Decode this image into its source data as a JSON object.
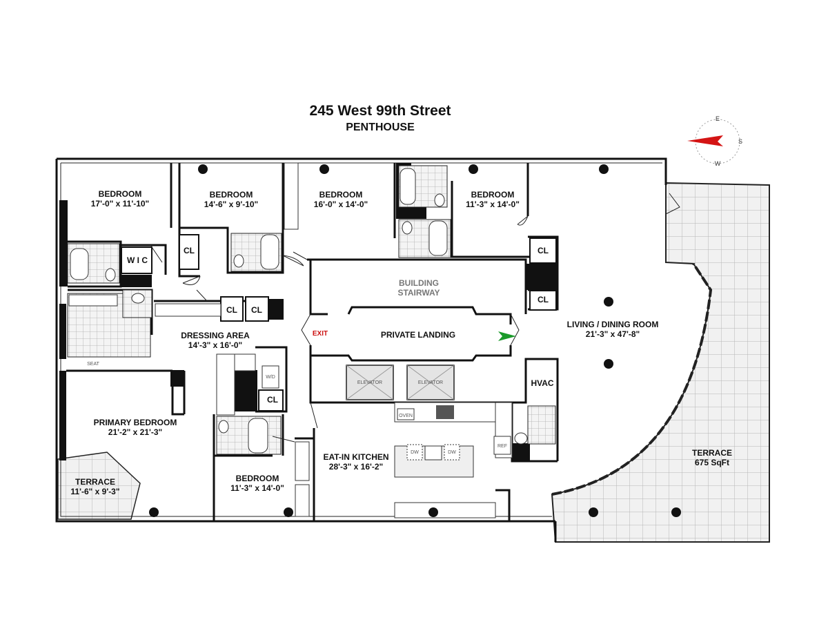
{
  "header": {
    "title": "245 West 99th Street",
    "subtitle": "PENTHOUSE"
  },
  "compass": {
    "labels": [
      "E",
      "S",
      "W"
    ]
  },
  "rooms": {
    "bedroom_1": {
      "name": "BEDROOM",
      "dims": "17'-0\" x 11'-10\""
    },
    "bedroom_2": {
      "name": "BEDROOM",
      "dims": "14'-6\" x 9'-10\""
    },
    "bedroom_3": {
      "name": "BEDROOM",
      "dims": "16'-0\" x 14'-0\""
    },
    "bedroom_4": {
      "name": "BEDROOM",
      "dims": "11'-3\" x 14'-0\""
    },
    "bedroom_5": {
      "name": "BEDROOM",
      "dims": "11'-3\" x 14'-0\""
    },
    "primary_bedroom": {
      "name": "PRIMARY BEDROOM",
      "dims": "21'-2\" x 21'-3\""
    },
    "dressing_area": {
      "name": "DRESSING AREA",
      "dims": "14'-3\" x 16'-0\""
    },
    "living_dining": {
      "name": "LIVING / DINING ROOM",
      "dims": "21'-3\" x 47'-8\""
    },
    "kitchen": {
      "name": "EAT-IN KITCHEN",
      "dims": "28'-3\" x 16'-2\""
    },
    "terrace_small": {
      "name": "TERRACE",
      "dims": "11'-6\" x 9'-3\""
    },
    "terrace_large": {
      "name": "TERRACE",
      "dims": "675 SqFt"
    },
    "stair_line1": "BUILDING",
    "stair_line2": "STAIRWAY",
    "private_landing": "PRIVATE LANDING",
    "exit": "EXIT",
    "wic": "W I C",
    "hvac": "HVAC",
    "closet": "CL",
    "elevator": "ELEVATOR",
    "seat": "SEAT",
    "oven": "OVEN",
    "dw": "DW",
    "ref": "REF",
    "wd": "W/D"
  }
}
